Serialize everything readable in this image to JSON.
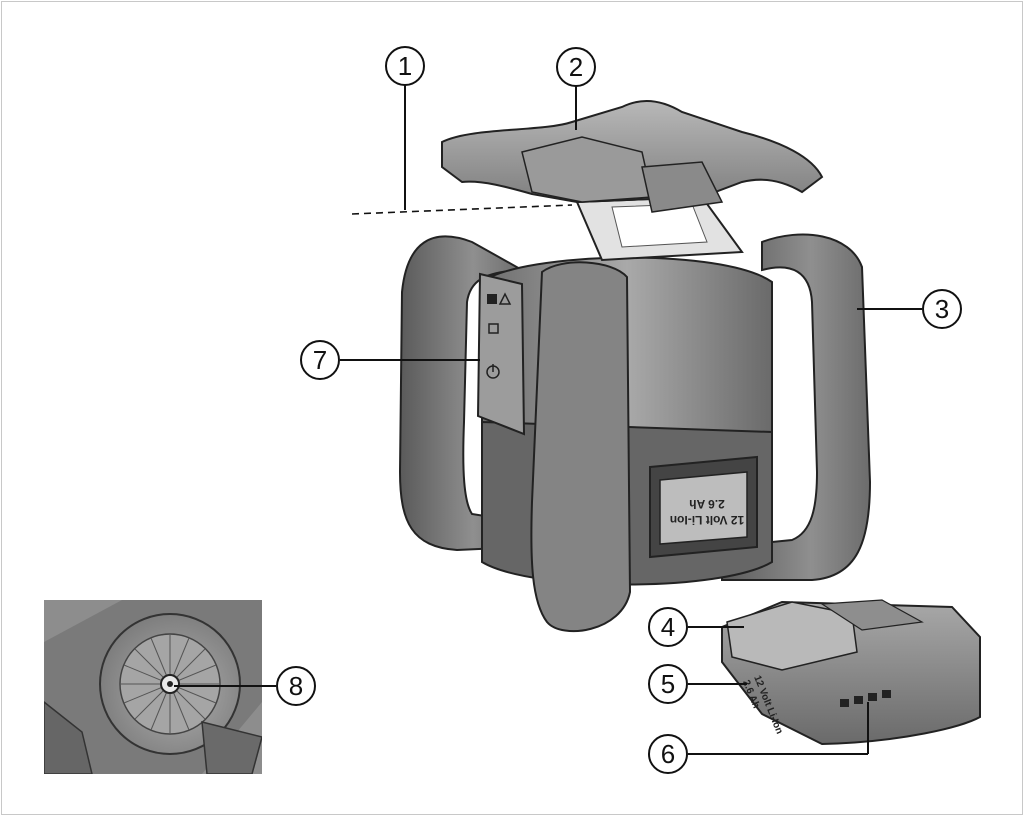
{
  "callouts": [
    "1",
    "2",
    "3",
    "4",
    "5",
    "6",
    "7",
    "8"
  ],
  "battery_label": {
    "voltage": "12 Volt Li-Ion",
    "capacity": "2.6 Ah"
  },
  "colors": {
    "body": "#8c8c8c",
    "body_dark": "#5e5e5e",
    "body_light": "#b4b4b4",
    "outline": "#222222"
  },
  "icons": [
    "rotating-laser-device",
    "battery-pack",
    "device-bottom-view",
    "control-panel"
  ]
}
